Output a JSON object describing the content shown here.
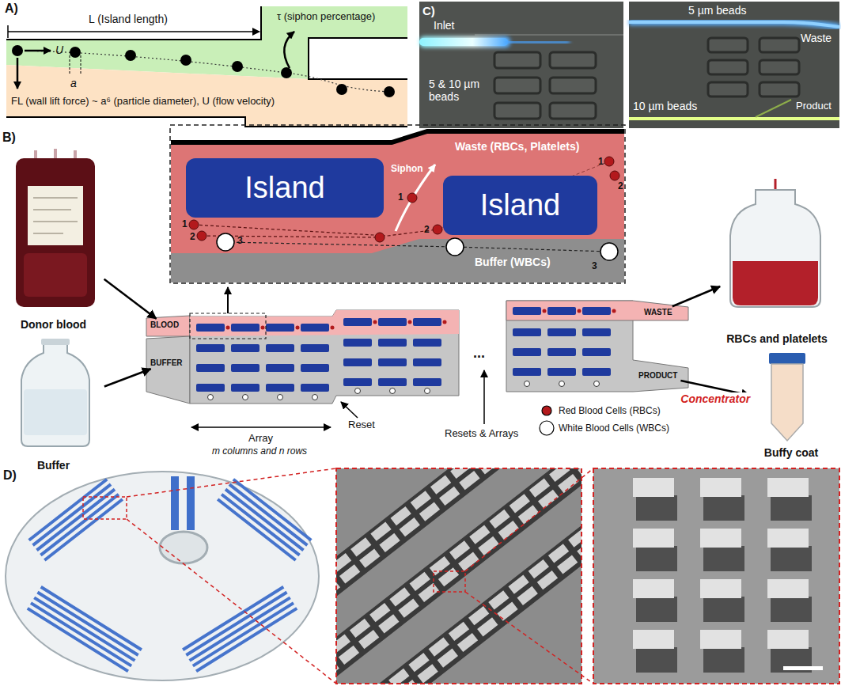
{
  "diagram": {
    "nodes": [
      {
        "text": [
          "Donor blood"
        ]
      },
      {
        "text": [
          "Buffer"
        ]
      },
      {
        "text": [
          "Island"
        ]
      },
      {
        "text": [
          "Island"
        ]
      },
      {
        "text": [
          "BLOOD"
        ]
      },
      {
        "text": [
          "BUFFER"
        ]
      },
      {
        "text": [
          "WASTE"
        ]
      },
      {
        "text": [
          "PRODUCT"
        ]
      },
      {
        "text": [
          "RBCs and platelets"
        ]
      },
      {
        "text": [
          "Buffy coat"
        ]
      }
    ],
    "edges": [
      {
        "from": 0,
        "to": 4,
        "arrow": "to"
      },
      {
        "from": 1,
        "to": 5,
        "arrow": "to"
      },
      {
        "from": 6,
        "to": 8,
        "arrow": "to"
      },
      {
        "from": 7,
        "to": 9,
        "arrow": "to",
        "label": "Concentrator"
      }
    ],
    "labels": [
      "A)",
      "L (Island length)",
      "τ (siphon percentage)",
      "U",
      "a",
      "FL (wall lift force) ~ a⁶ (particle diameter), U (flow velocity)",
      "C)",
      "Inlet",
      "5 & 10 µm beads",
      "5 µm beads",
      "Waste",
      "10 µm beads",
      "Product",
      "B)",
      "Waste (RBCs, Platelets)",
      "Siphon",
      "Buffer (WBCs)",
      "1",
      "2",
      "3",
      "1",
      "2",
      "1",
      "2",
      "3",
      "Array",
      "m columns and n rows",
      "Reset",
      "...",
      "Resets & Arrays",
      "D)"
    ],
    "legend": [
      {
        "text": "Red Blood Cells (RBCs)",
        "color": "#b3191c"
      },
      {
        "text": "White Blood Cells (WBCs)",
        "color": "#ffffff"
      }
    ]
  }
}
